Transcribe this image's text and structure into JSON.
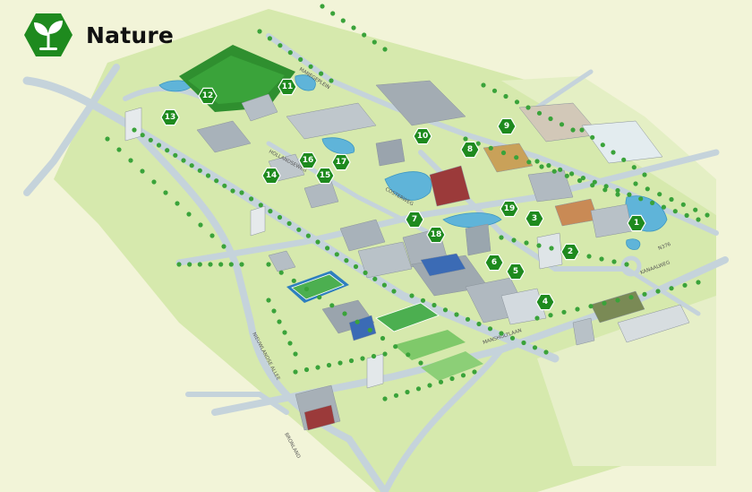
{
  "header": {
    "title": "Nature",
    "icon": "seedling-icon"
  },
  "colors": {
    "accent": "#1e8a1e",
    "background": "#f2f4d8",
    "grass": "#cfe6a4",
    "road": "#c4d3dc",
    "water": "#5fb4d9",
    "forest": "#2f8f2f"
  },
  "markers": [
    {
      "label": "1"
    },
    {
      "label": "2"
    },
    {
      "label": "3"
    },
    {
      "label": "4"
    },
    {
      "label": "5"
    },
    {
      "label": "6"
    },
    {
      "label": "7"
    },
    {
      "label": "8"
    },
    {
      "label": "9"
    },
    {
      "label": "10"
    },
    {
      "label": "11"
    },
    {
      "label": "12"
    },
    {
      "label": "13"
    },
    {
      "label": "14"
    },
    {
      "label": "15"
    },
    {
      "label": "16"
    },
    {
      "label": "17"
    },
    {
      "label": "18"
    },
    {
      "label": "19"
    }
  ],
  "roads": {
    "manegeplein": "MANEGEPLEIN",
    "n376": "N376",
    "nieuwlandse_allee": "NIEUWLANDSE ALLEE",
    "kanaalweg": "KANAALWEG",
    "mansholtlaan": "MANSHOLTLAAN",
    "bronland": "BRONLAND",
    "hollandseweg": "HOLLANDSEWEG",
    "costerweg": "COSTERWEG"
  }
}
